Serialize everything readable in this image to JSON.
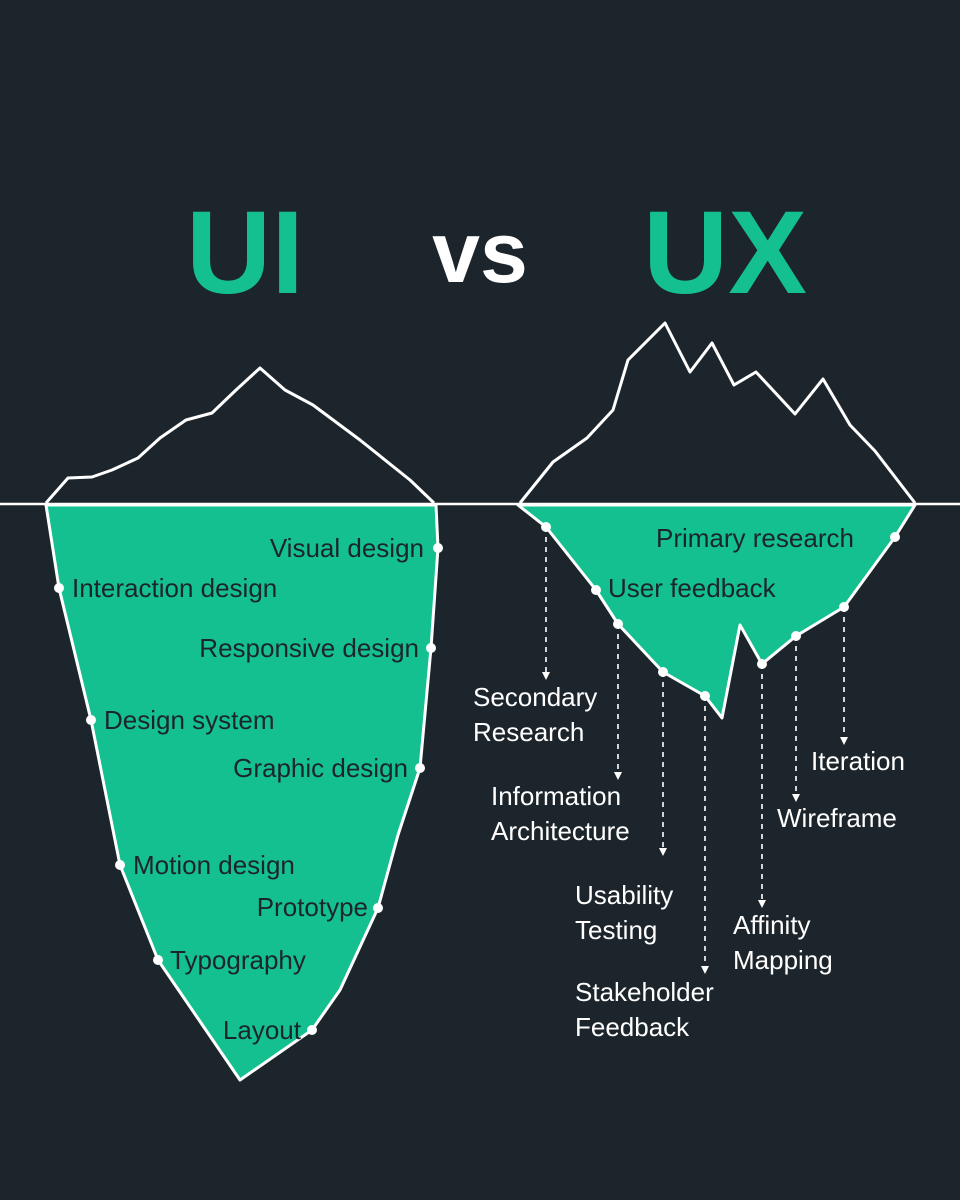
{
  "header": {
    "ui_title": "UI",
    "vs_title": "vs",
    "ux_title": "UX"
  },
  "colors": {
    "background": "#1d252c",
    "accent": "#14c08f",
    "line": "#ffffff"
  },
  "ui": {
    "visual_design": "Visual design",
    "interaction_design": "Interaction design",
    "responsive_design": "Responsive design",
    "design_system": "Design system",
    "graphic_design": "Graphic design",
    "motion_design": "Motion design",
    "prototype": "Prototype",
    "typography": "Typography",
    "layout": "Layout"
  },
  "ux": {
    "primary_research": "Primary research",
    "user_feedback": "User feedback",
    "secondary_research": "Secondary\nResearch",
    "information_architecture": "Information\nArchitecture",
    "usability_testing": "Usability\nTesting",
    "stakeholder_feedback": "Stakeholder\nFeedback",
    "affinity_mapping": "Affinity\nMapping",
    "wireframe": "Wireframe",
    "iteration": "Iteration"
  }
}
